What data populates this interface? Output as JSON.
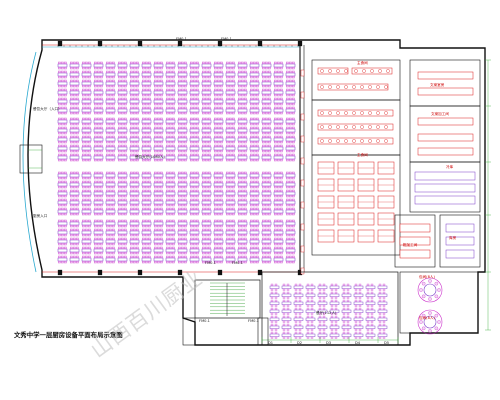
{
  "title": "文秀中学一层厨房设备平面布局示意图",
  "watermark": "山西百川厨业",
  "colors": {
    "wall": "#111111",
    "seat": "#cc33cc",
    "table": "#7a3cc8",
    "equipment": "#dd1a1a",
    "dim": "#33a833",
    "window": "#2aa9d0",
    "stair": "#2a9a2a"
  },
  "labels": {
    "dining_hall_main": "餐饮大厅(1080人)",
    "dining_hall_small": "餐厅(112人)",
    "entry_left_top": "餐饮大厅（入口）",
    "entry_left_mid": "厨房入口",
    "kitchen_main": "主食间",
    "kitchen_side": "主食间",
    "staff_room": "文案室房",
    "staff_cut": "文案加工间",
    "prep_room": "粗加工间",
    "store_room": "库房",
    "cold_room": "冷库",
    "window_top_1": "FM0.1",
    "window_top_2": "FM0.1",
    "window_mid_1": "FM0.1",
    "window_mid_2": "FM0.1",
    "window_bot_1": "FM0.1",
    "window_bot_2": "FM0.1",
    "grid_d1": "D1",
    "grid_d2": "D2",
    "grid_d3": "D3",
    "grid_d4": "D4",
    "grid_d5": "D5",
    "room_right_a": "包间(8人)",
    "room_right_b": "包间(8人)"
  }
}
